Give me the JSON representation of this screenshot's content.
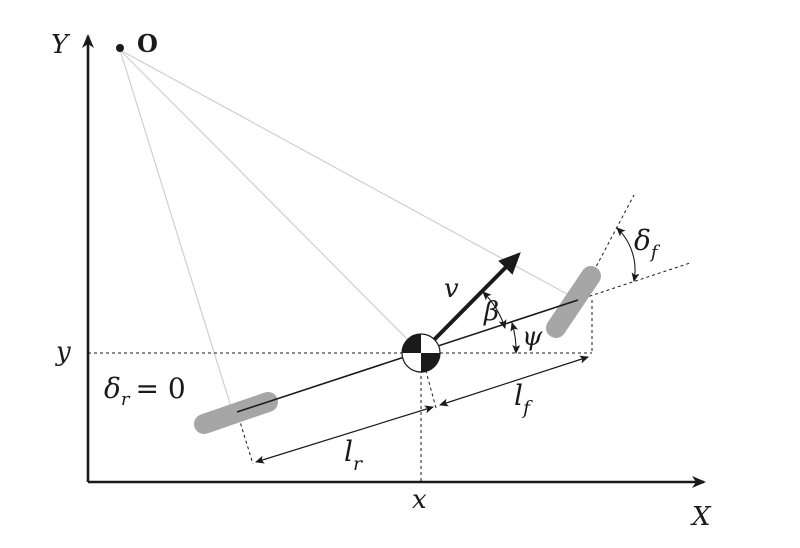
{
  "diagram": {
    "labels": {
      "y_axis": "Y",
      "x_axis": "X",
      "origin": "O",
      "y_pos": "y",
      "x_pos": "x",
      "rear_steer": "δ",
      "rear_steer_sub": "r",
      "rear_steer_eq": "= 0",
      "velocity": "v",
      "slip": "β",
      "heading": "ψ",
      "front_steer": "δ",
      "front_steer_sub": "f",
      "l_front": "l",
      "l_front_sub": "f",
      "l_rear": "l",
      "l_rear_sub": "r"
    },
    "colors": {
      "ink": "#1a1a1a",
      "wheel": "#a6a6a6",
      "ray": "#cfcfcf"
    }
  }
}
